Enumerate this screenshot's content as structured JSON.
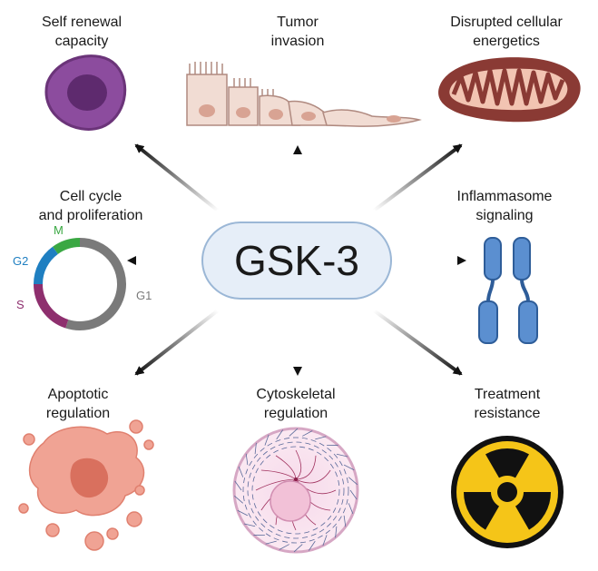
{
  "hub": {
    "label": "GSK-3"
  },
  "nodes": {
    "self_renewal": "Self renewal\ncapacity",
    "tumor_invasion": "Tumor\ninvasion",
    "energetics": "Disrupted cellular\nenergetics",
    "cell_cycle": "Cell cycle\nand proliferation",
    "inflammasome": "Inflammasome\nsignaling",
    "apoptotic": "Apoptotic\nregulation",
    "cytoskeletal": "Cytoskeletal\nregulation",
    "treatment": "Treatment\nresistance"
  },
  "cell_cycle_phases": {
    "m": {
      "label": "M",
      "color": "#3aa843",
      "fraction": 0.1
    },
    "g2": {
      "label": "G2",
      "color": "#1f7fc1",
      "fraction": 0.15
    },
    "s": {
      "label": "S",
      "color": "#8e2f6e",
      "fraction": 0.2
    },
    "g1": {
      "label": "G1",
      "color": "#7a7a7a",
      "fraction": 0.55
    }
  },
  "colors": {
    "hub_fill": "#e6eef8",
    "hub_border": "#9bb7d6",
    "arrow": "#111111",
    "cell_purple": "#8c4c9e",
    "mito": "#8a3a34",
    "apoptotic_pink": "#f0a394",
    "radiation_yellow": "#f5c518"
  }
}
